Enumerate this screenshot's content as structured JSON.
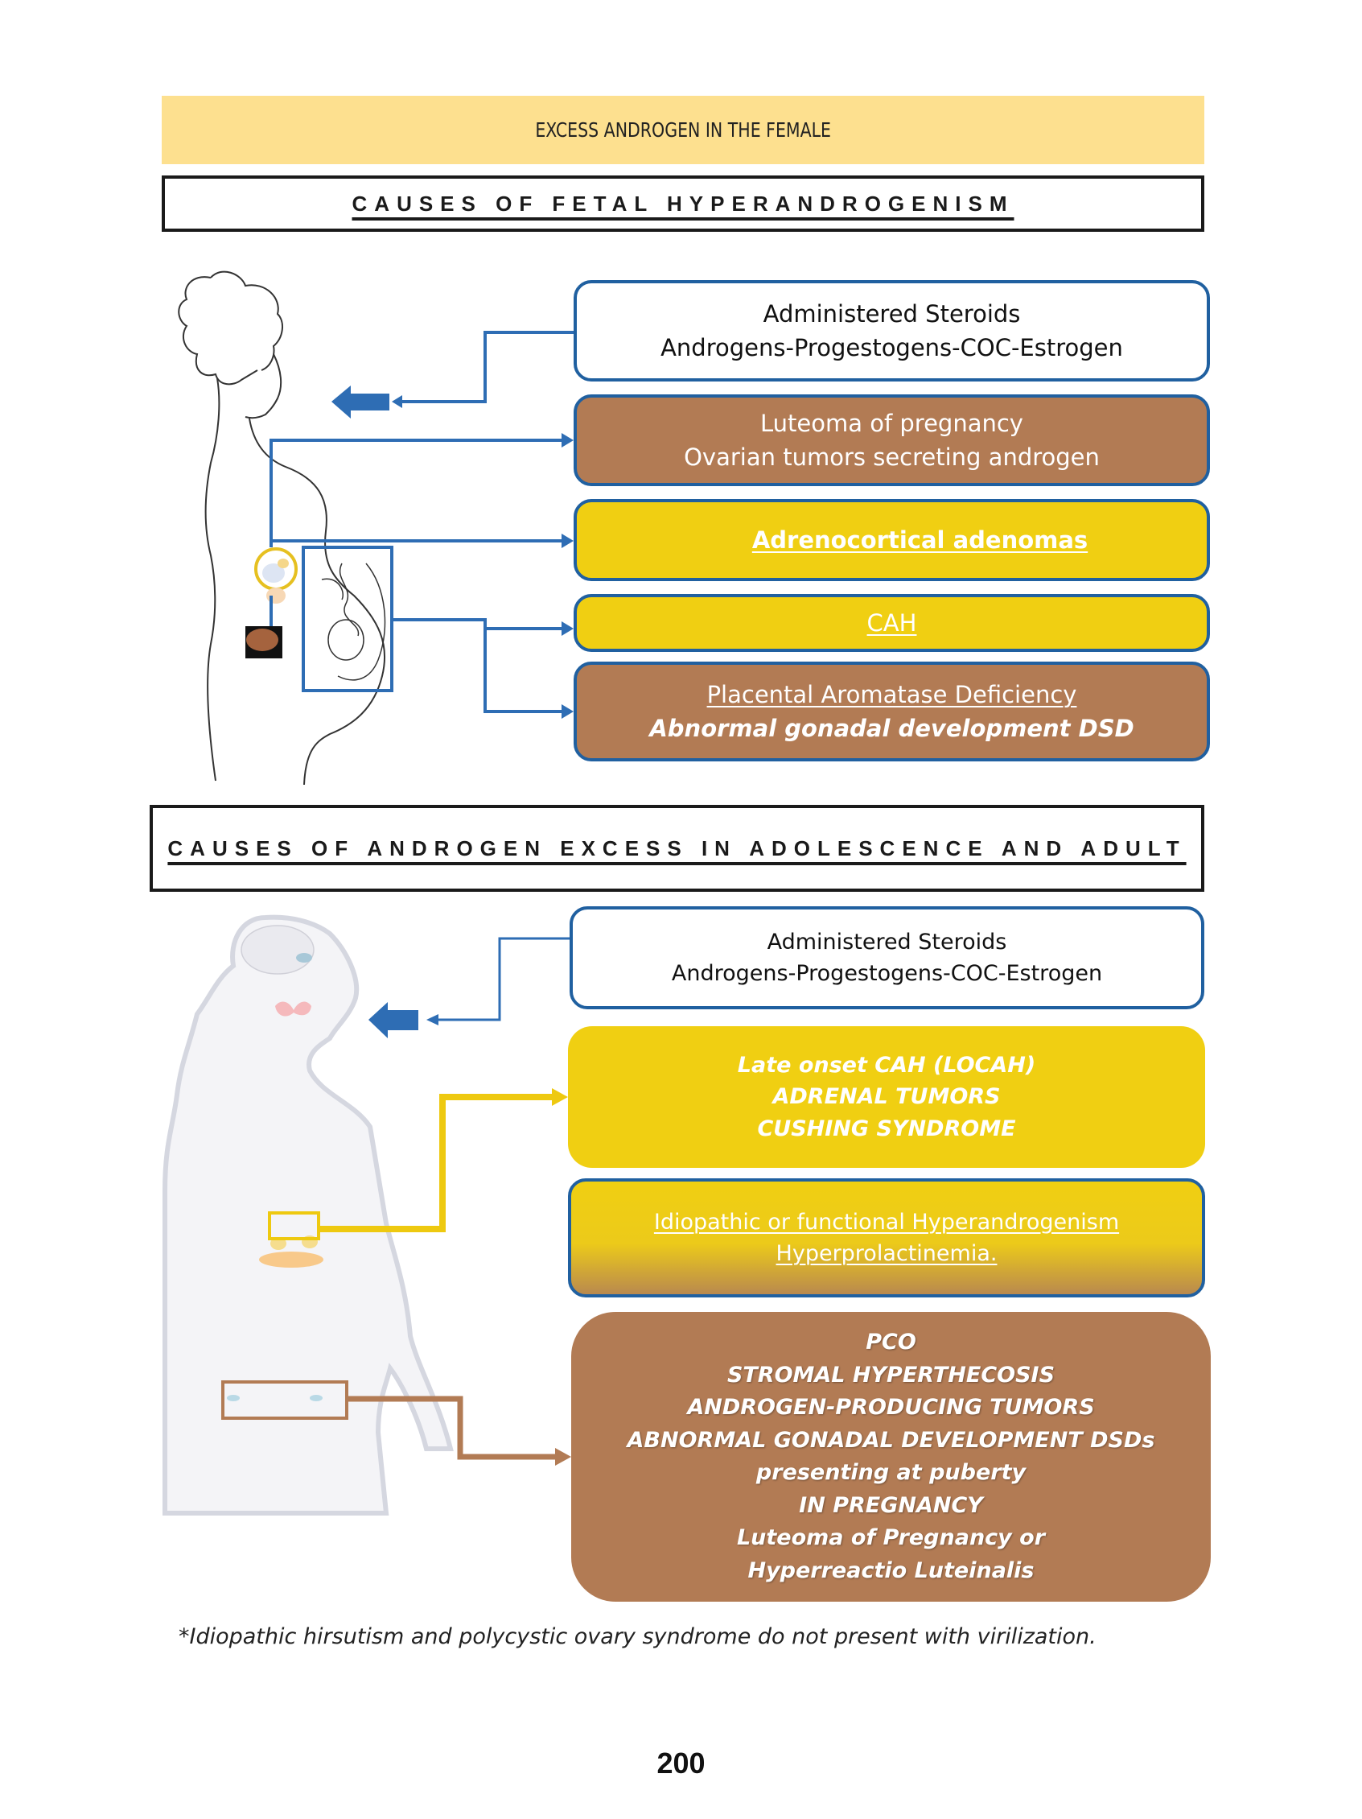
{
  "header": {
    "banner_title": "EXCESS ANDROGEN IN THE FEMALE"
  },
  "fetal_section": {
    "title": "CAUSES OF FETAL HYPERANDROGENISM",
    "boxes": [
      {
        "lines": [
          "Administered Steroids",
          "Androgens-Progestogens-COC-Estrogen"
        ],
        "style": "white"
      },
      {
        "lines": [
          "Luteoma of pregnancy",
          "Ovarian tumors secreting androgen"
        ],
        "style": "brown"
      },
      {
        "lines": [
          "Adrenocortical adenomas"
        ],
        "style": "yellow"
      },
      {
        "lines": [
          "CAH"
        ],
        "style": "yellow"
      },
      {
        "lines": [
          "Placental Aromatase Deficiency",
          "Abnormal gonadal development DSD"
        ],
        "style": "brown"
      }
    ],
    "illustration": "pregnant-woman-silhouette-with-fetus"
  },
  "adult_section": {
    "title": "CAUSES OF ANDROGEN EXCESS IN ADOLESCENCE AND ADULT",
    "boxes": [
      {
        "lines": [
          "Administered Steroids",
          "Androgens-Progestogens-COC-Estrogen"
        ],
        "style": "white"
      },
      {
        "lines": [
          "Late onset CAH (LOCAH)",
          "ADRENAL TUMORS",
          "CUSHING SYNDROME"
        ],
        "style": "yellow"
      },
      {
        "lines": [
          "Idiopathic or functional Hyperandrogenism",
          "Hyperprolactinemia."
        ],
        "style": "gradient"
      },
      {
        "lines": [
          "PCO",
          "STROMAL HYPERTHECOSIS",
          "ANDROGEN-PRODUCING TUMORS",
          "ABNORMAL GONADAL DEVELOPMENT DSDs",
          "presenting at puberty",
          "IN PREGNANCY",
          "Luteoma of Pregnancy or",
          "Hyperreactio Luteinalis"
        ],
        "style": "brown"
      }
    ],
    "illustration": "female-body-anatomy-silhouette"
  },
  "colors": {
    "banner": "#fde08f",
    "blue_connector": "#2e6db4",
    "yellow": "#f0cf12",
    "brown": "#b27b54"
  },
  "footnote": "*Idiopathic hirsutism and polycystic ovary syndrome do not present with virilization.",
  "page_number": "200"
}
